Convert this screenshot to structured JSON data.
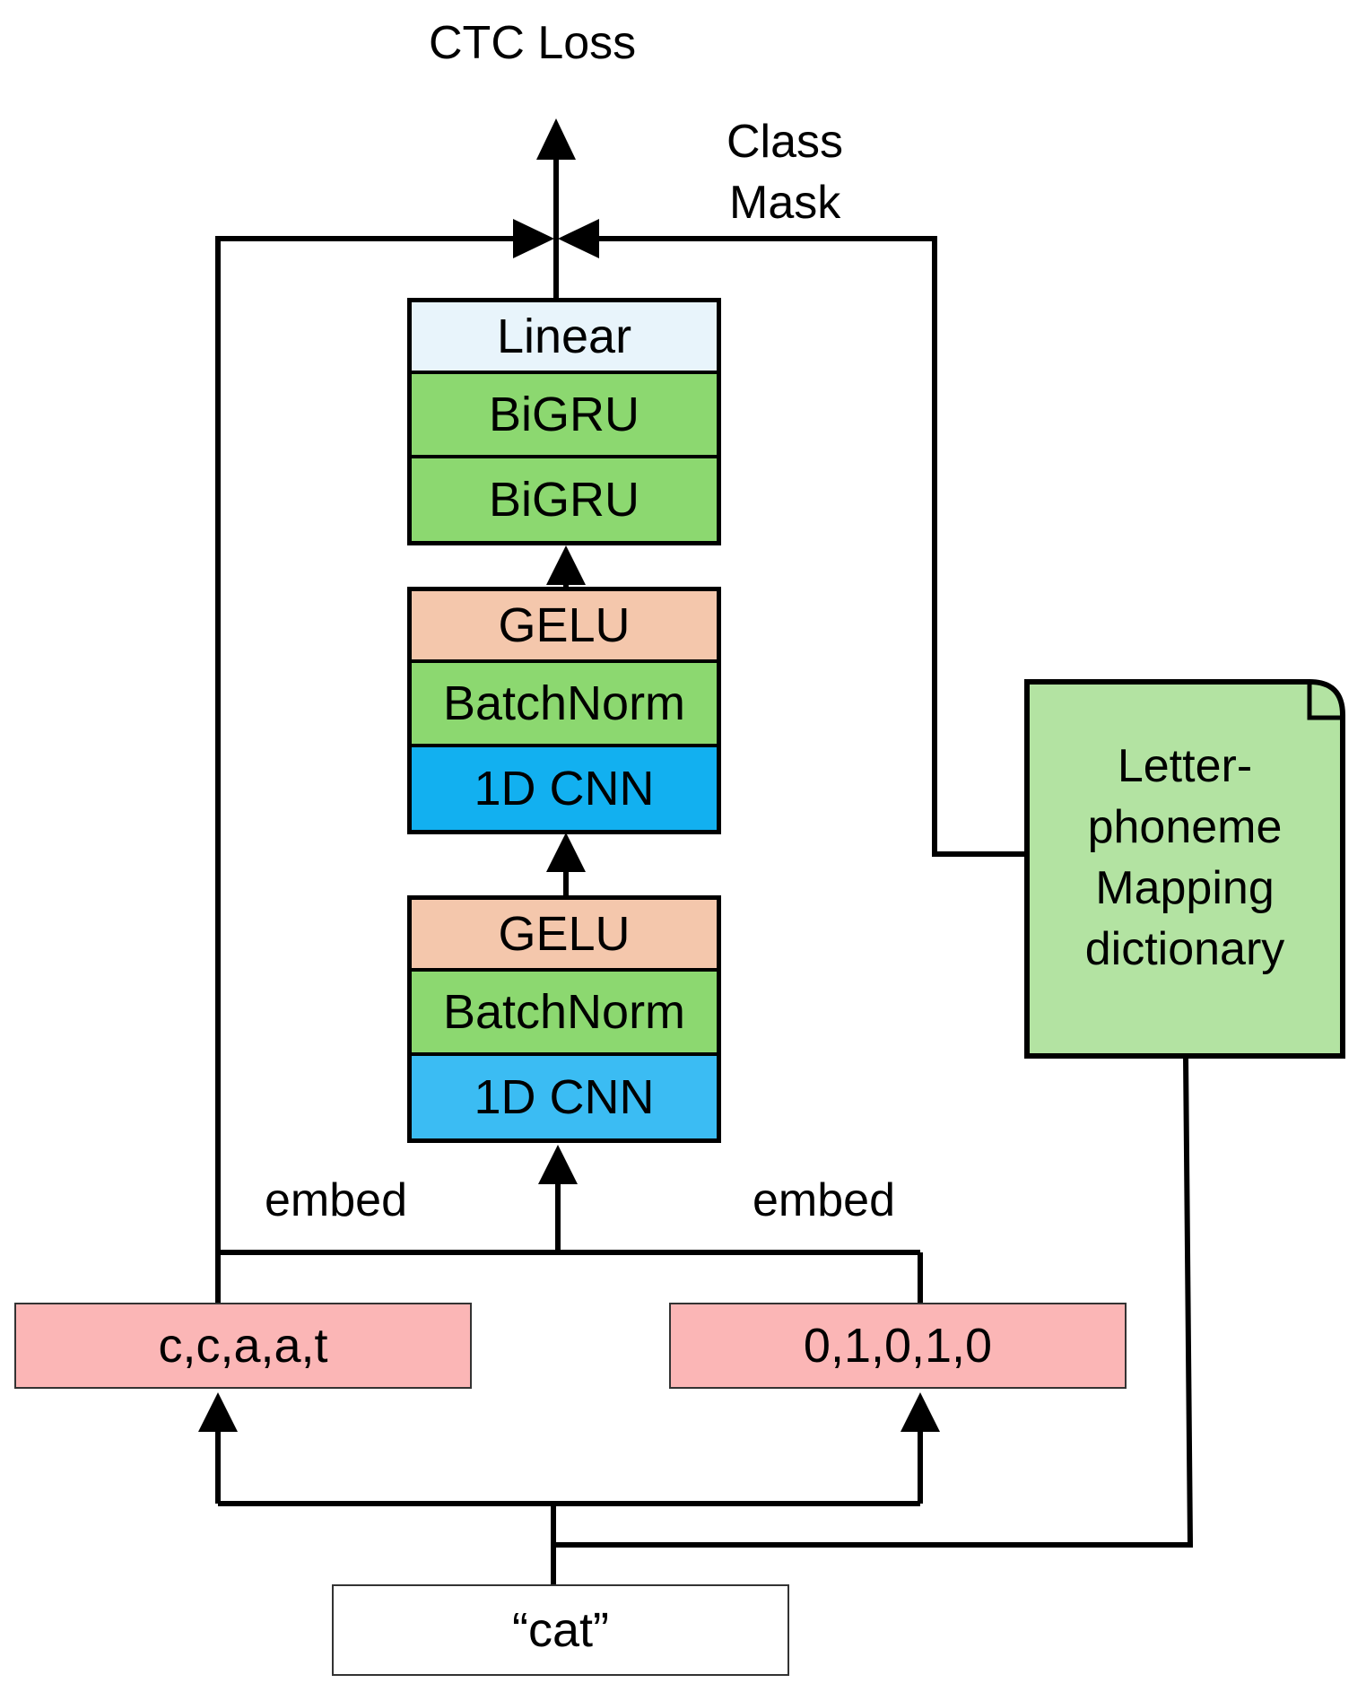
{
  "labels": {
    "ctc_loss": "CTC Loss",
    "class_mask_line1": "Class",
    "class_mask_line2": "Mask",
    "embed_left": "embed",
    "embed_right": "embed"
  },
  "top_stack": [
    "Linear",
    "BiGRU",
    "BiGRU"
  ],
  "middle_stack": [
    "GELU",
    "BatchNorm",
    "1D CNN"
  ],
  "bottom_stack": [
    "GELU",
    "BatchNorm",
    "1D CNN"
  ],
  "inputs": {
    "letters": "c,c,a,a,t",
    "mask": "0,1,0,1,0",
    "word": "“cat”"
  },
  "dictionary": {
    "line1": "Letter-",
    "line2": "phoneme",
    "line3": "Mapping",
    "line4": "dictionary"
  },
  "colors": {
    "linear": "#e8f4fb",
    "bigru": "#8cd870",
    "gelu": "#f4c7ac",
    "batchnorm": "#8cd870",
    "cnn_mid": "#12b0f0",
    "cnn_bottom": "#3bbcf3",
    "input": "#fbb6b6",
    "dictionary": "#b3e3a2"
  }
}
